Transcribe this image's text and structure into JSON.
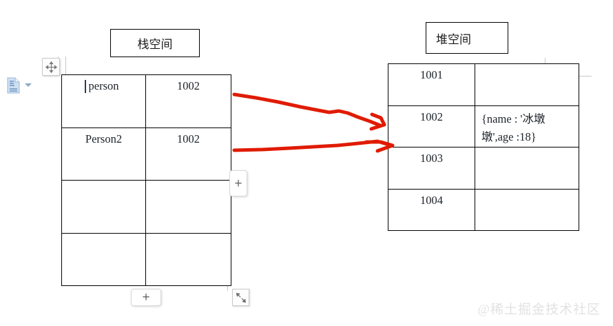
{
  "stack": {
    "title": "栈空间",
    "rows": [
      {
        "name": "person",
        "address": "1002",
        "caret": true
      },
      {
        "name": "Person2",
        "address": "1002",
        "caret": false
      },
      {
        "name": "",
        "address": "",
        "caret": false
      },
      {
        "name": "",
        "address": "",
        "caret": false
      }
    ]
  },
  "heap": {
    "title": "堆空间",
    "rows": [
      {
        "address": "1001",
        "value": ""
      },
      {
        "address": "1002",
        "value": "{name : '冰墩墩',age :18}"
      },
      {
        "address": "1003",
        "value": ""
      },
      {
        "address": "1004",
        "value": ""
      }
    ]
  },
  "annotations": {
    "arrow_color": "#e01b00",
    "arrow_top_label": "arrow-person-to-1002",
    "arrow_bottom_label": "arrow-person2-to-1002"
  },
  "chrome": {
    "move_handle": "move-handle",
    "paste_options": "paste-options",
    "add_column": "+",
    "add_row": "+",
    "resize": "resize-handle"
  },
  "watermark": "@稀土掘金技术社区"
}
